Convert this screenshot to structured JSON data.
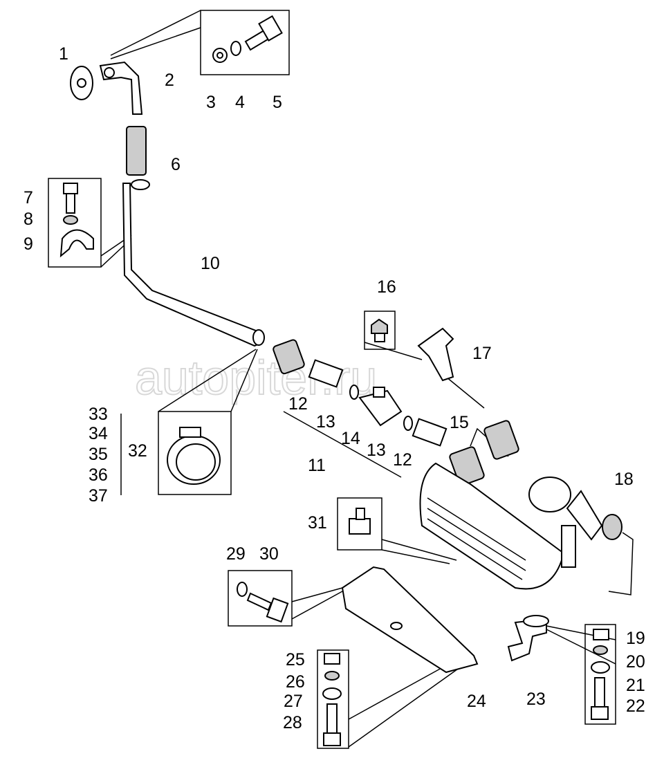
{
  "watermark": "autopiter.ru",
  "callouts": {
    "c1": "1",
    "c2": "2",
    "c3": "3",
    "c4": "4",
    "c5": "5",
    "c6": "6",
    "c7": "7",
    "c8": "8",
    "c9": "9",
    "c10": "10",
    "c11": "11",
    "c12a": "12",
    "c12b": "12",
    "c13a": "13",
    "c13b": "13",
    "c14": "14",
    "c15": "15",
    "c16": "16",
    "c17": "17",
    "c18": "18",
    "c19": "19",
    "c20": "20",
    "c21": "21",
    "c22": "22",
    "c23": "23",
    "c24": "24",
    "c25": "25",
    "c26": "26",
    "c27": "27",
    "c28": "28",
    "c29": "29",
    "c30": "30",
    "c31": "31",
    "c32": "32",
    "c33": "33",
    "c34": "34",
    "c35": "35",
    "c36": "36",
    "c37": "37"
  }
}
